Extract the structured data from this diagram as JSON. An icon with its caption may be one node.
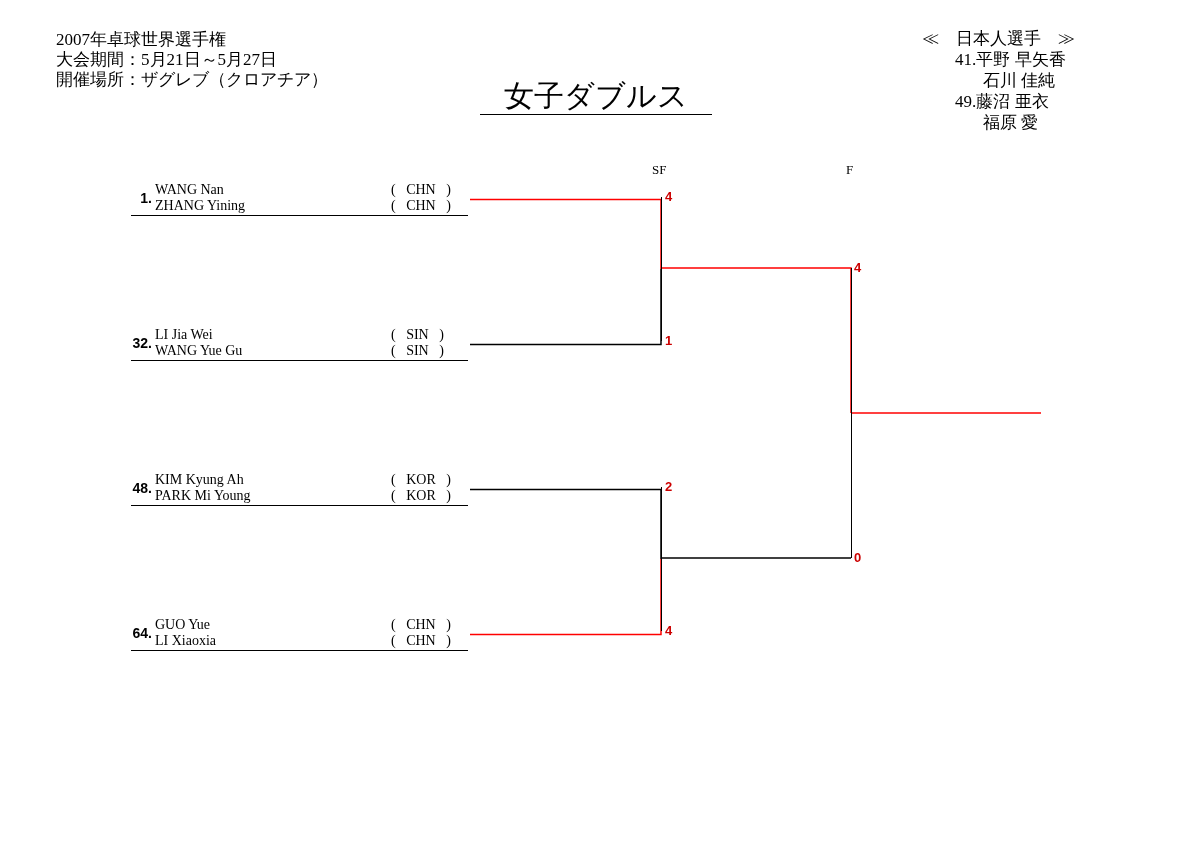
{
  "diagram": {
    "title": "女子ダブルス",
    "nodes": [
      {
        "text": [
          "1.",
          "WANG Nan",
          "ZHANG Yining",
          "( CHN )",
          "( CHN )"
        ]
      },
      {
        "text": [
          "32.",
          "LI Jia Wei",
          "WANG Yue Gu",
          "( SIN )",
          "( SIN )"
        ]
      },
      {
        "text": [
          "48.",
          "KIM Kyung Ah",
          "PARK Mi Young",
          "( KOR )",
          "( KOR )"
        ]
      },
      {
        "text": [
          "64.",
          "GUO Yue",
          "LI Xiaoxia",
          "( CHN )",
          "( CHN )"
        ]
      },
      {
        "text": [],
        "shape": "bar"
      },
      {
        "text": [],
        "shape": "bar"
      },
      {
        "text": [],
        "shape": "bar"
      }
    ],
    "edges": [
      {
        "from": 0,
        "to": 4,
        "arrow": "none",
        "label": "4",
        "color": "#ff0000"
      },
      {
        "from": 1,
        "to": 4,
        "arrow": "none",
        "label": "1",
        "color": "#000000"
      },
      {
        "from": 2,
        "to": 5,
        "arrow": "none",
        "label": "2",
        "color": "#000000"
      },
      {
        "from": 3,
        "to": 5,
        "arrow": "none",
        "label": "4",
        "color": "#ff0000"
      },
      {
        "from": 4,
        "to": 6,
        "arrow": "none",
        "label": "4",
        "color": "#ff0000"
      },
      {
        "from": 5,
        "to": 6,
        "arrow": "none",
        "label": "0",
        "color": "#000000"
      },
      {
        "from": 6,
        "to": null,
        "arrow": "none",
        "color": "#ff0000"
      }
    ],
    "labels": [
      "2007年卓球世界選手権",
      "大会期間：5月21日～5月27日",
      "開催場所：ザグレブ（クロアチア）",
      "≪　日本人選手　≫",
      "41.平野 早矢香",
      "石川 佳純",
      "49.藤沼 亜衣",
      "福原 愛",
      "SF",
      "F"
    ]
  }
}
